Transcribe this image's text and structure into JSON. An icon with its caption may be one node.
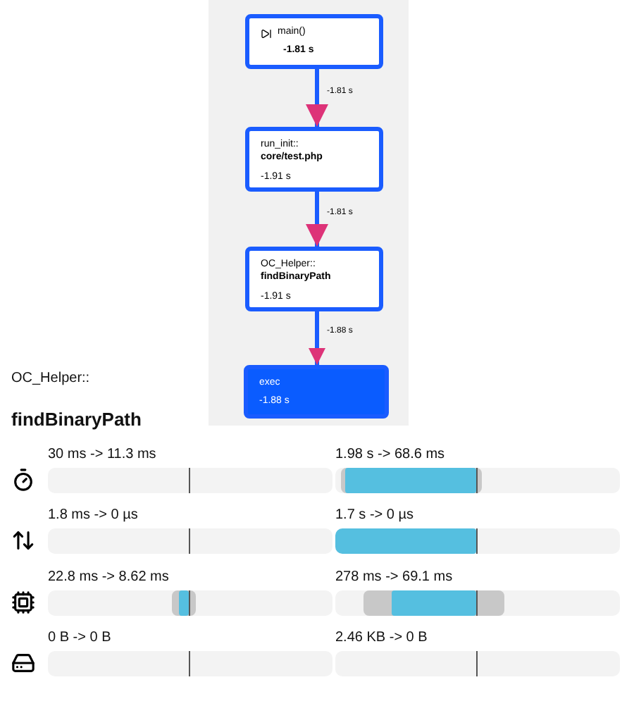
{
  "diagram": {
    "nodes": [
      {
        "text": [
          "main()",
          "-1.81 s"
        ]
      },
      {
        "text": [
          "run_init::",
          "core/test.php",
          "-1.91 s"
        ]
      },
      {
        "text": [
          "OC_Helper::",
          "findBinaryPath",
          "-1.91 s"
        ]
      },
      {
        "text": [
          "exec",
          "-1.88 s"
        ]
      }
    ],
    "edges": [
      {
        "from": 0,
        "to": 1,
        "arrow": "to",
        "label": "-1.81 s"
      },
      {
        "from": 1,
        "to": 2,
        "arrow": "to",
        "label": "-1.81 s"
      },
      {
        "from": 2,
        "to": 3,
        "arrow": "to",
        "label": "-1.88 s"
      }
    ],
    "labels": [
      "OC_Helper::",
      "findBinaryPath",
      "30 ms -> 11.3 ms",
      "1.98 s -> 68.6 ms",
      "1.8 ms -> 0 µs",
      "1.7 s -> 0 µs",
      "22.8 ms -> 8.62 ms",
      "278 ms -> 69.1 ms",
      "0 B -> 0 B",
      "2.46 KB -> 0 B"
    ]
  }
}
